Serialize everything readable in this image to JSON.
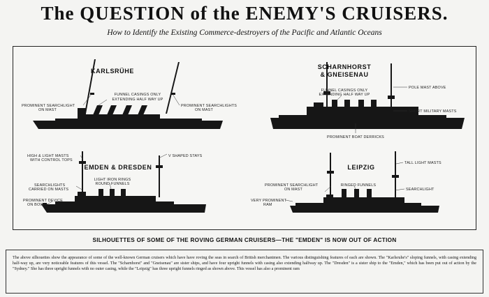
{
  "header": {
    "title": "The QUESTION of the ENEMY'S CRUISERS.",
    "subtitle": "How to Identify the Existing Commerce-destroyers of the Pacific and Atlantic Oceans"
  },
  "ships": {
    "karlsruhe": {
      "name": "KARLSRÜHE",
      "labels": {
        "funnel_1": "FUNNEL CASINGS ONLY",
        "funnel_2": "EXTENDING HALF WAY UP",
        "search_left_1": "PROMINENT SEARCHLIGHT",
        "search_left_2": "ON MAST",
        "search_right_1": "PROMINENT SEARCHLIGHTS",
        "search_right_2": "ON MAST"
      }
    },
    "scharnhorst": {
      "name_1": "SCHARNHORST",
      "name_2": "& GNEISENAU",
      "labels": {
        "funnel_1": "FUNNEL CASINGS ONLY",
        "funnel_2": "EXTENDING HALF WAY UP",
        "pole_mast": "POLE MAST ABOVE",
        "short_masts": "SHORT MILITARY MASTS",
        "derricks": "PROMINENT BOAT DERRICKS"
      }
    },
    "emden": {
      "name": "EMDEN & DRESDEN",
      "labels": {
        "masts_1": "HIGH & LIGHT MASTS",
        "masts_2": "WITH CONTROL TOPS",
        "stays": "V SHAPED STAYS",
        "rings_1": "LIGHT IRON RINGS",
        "rings_2": "ROUND FUNNELS",
        "search_1": "SEARCHLIGHTS",
        "search_2": "CARRIED ON MASTS",
        "bow_1": "PROMINENT DEVICE",
        "bow_2": "ON BOW"
      }
    },
    "leipzig": {
      "name": "LEIPZIG",
      "labels": {
        "tall_masts": "TALL LIGHT MASTS",
        "search_1": "PROMINENT SEARCHLIGHT",
        "search_2": "ON MAST",
        "ringed": "RINGED FUNNELS",
        "searchlight": "SEARCHLIGHT",
        "ram_1": "VERY PROMINENT",
        "ram_2": "RAM"
      }
    }
  },
  "caption": "SILHOUETTES OF SOME OF THE ROVING GERMAN CRUISERS—THE \"EMDEN\" IS NOW OUT OF ACTION",
  "description": "The above silhouettes show the appearance of some of the well-known German cruisers which have have roving the seas in search of British merchantmen. The various distinguishing features of each are shown. The \"Karlsruhe's\" sloping funnels, with casing extending half-way up, are very noticeable features of this vessel. The \"Scharnhorst\" and \"Gneisenau\" are sister ships, and have four upright funnels with casing also extending halfway up. The \"Dresden\" is a sister ship to the \"Emden,\" which has been put out of action by the \"Sydney.\" She has three upright funnels with no outer casing, while the \"Leipzig\" has three upright funnels ringed as shown above. This vessel has also a prominent ram"
}
